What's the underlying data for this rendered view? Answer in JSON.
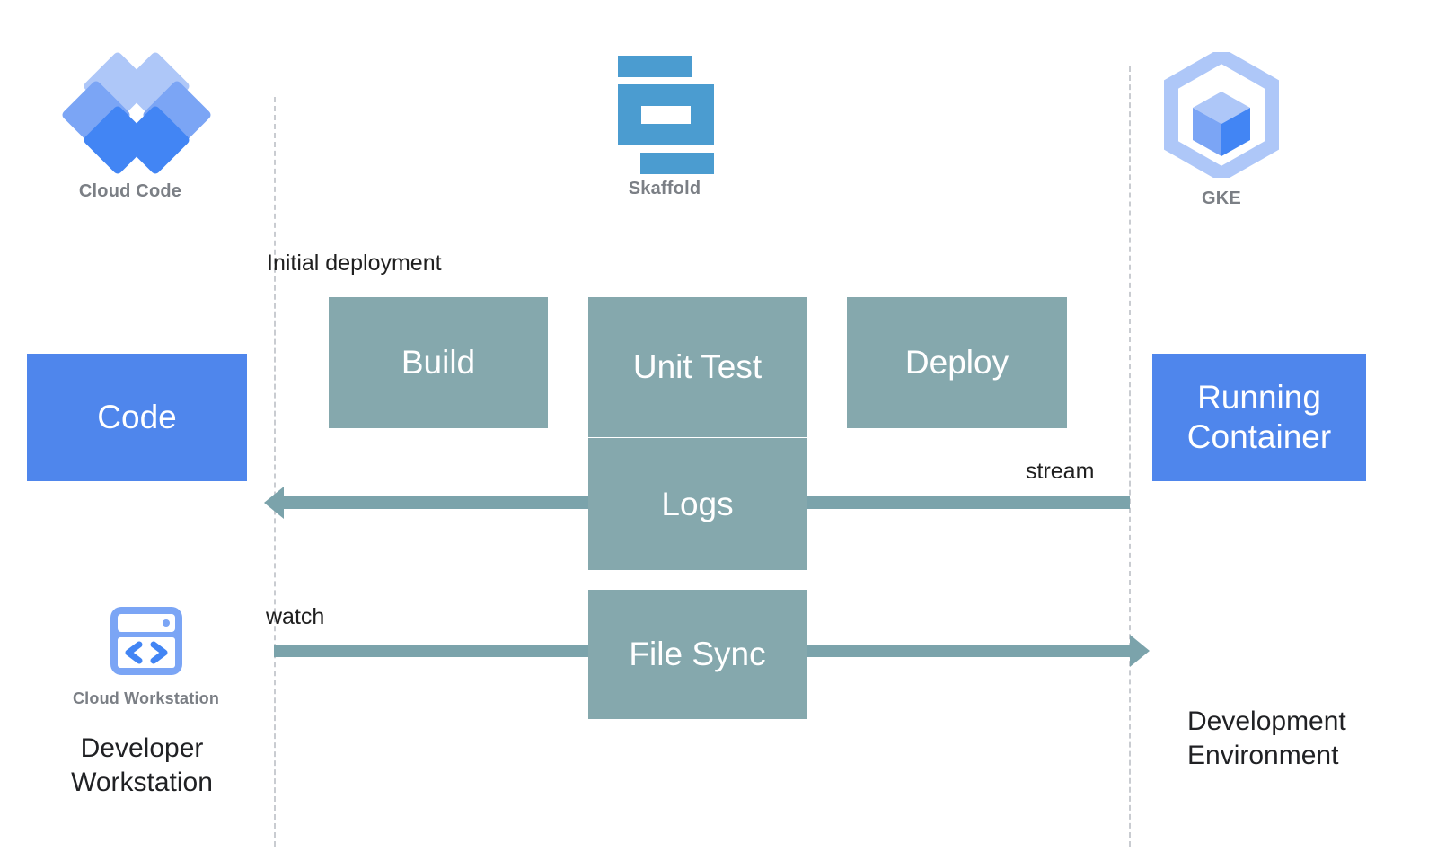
{
  "colors": {
    "blue_box": "#4f86ec",
    "teal_box": "#85a8ad",
    "arrow": "#7ba3ab",
    "dashed_line": "#c9ccd1",
    "logo_caption": "#7b7f85",
    "skaffold_blue": "#4b9cd0"
  },
  "logos": [
    {
      "name": "Cloud Code",
      "icon": "cloud-code-icon"
    },
    {
      "name": "Skaffold",
      "icon": "skaffold-icon"
    },
    {
      "name": "GKE",
      "icon": "gke-icon"
    },
    {
      "name": "Cloud Workstation",
      "icon": "cloud-workstation-icon"
    }
  ],
  "endpoints": {
    "code": "Code",
    "running_container": "Running\nContainer"
  },
  "stages": {
    "build": "Build",
    "unit_test": "Unit Test",
    "deploy": "Deploy",
    "logs": "Logs",
    "file_sync": "File Sync"
  },
  "annotations": {
    "initial_deployment": "Initial deployment",
    "stream": "stream",
    "watch": "watch"
  },
  "environments": {
    "left": "Developer\nWorkstation",
    "right": "Development\nEnvironment"
  }
}
